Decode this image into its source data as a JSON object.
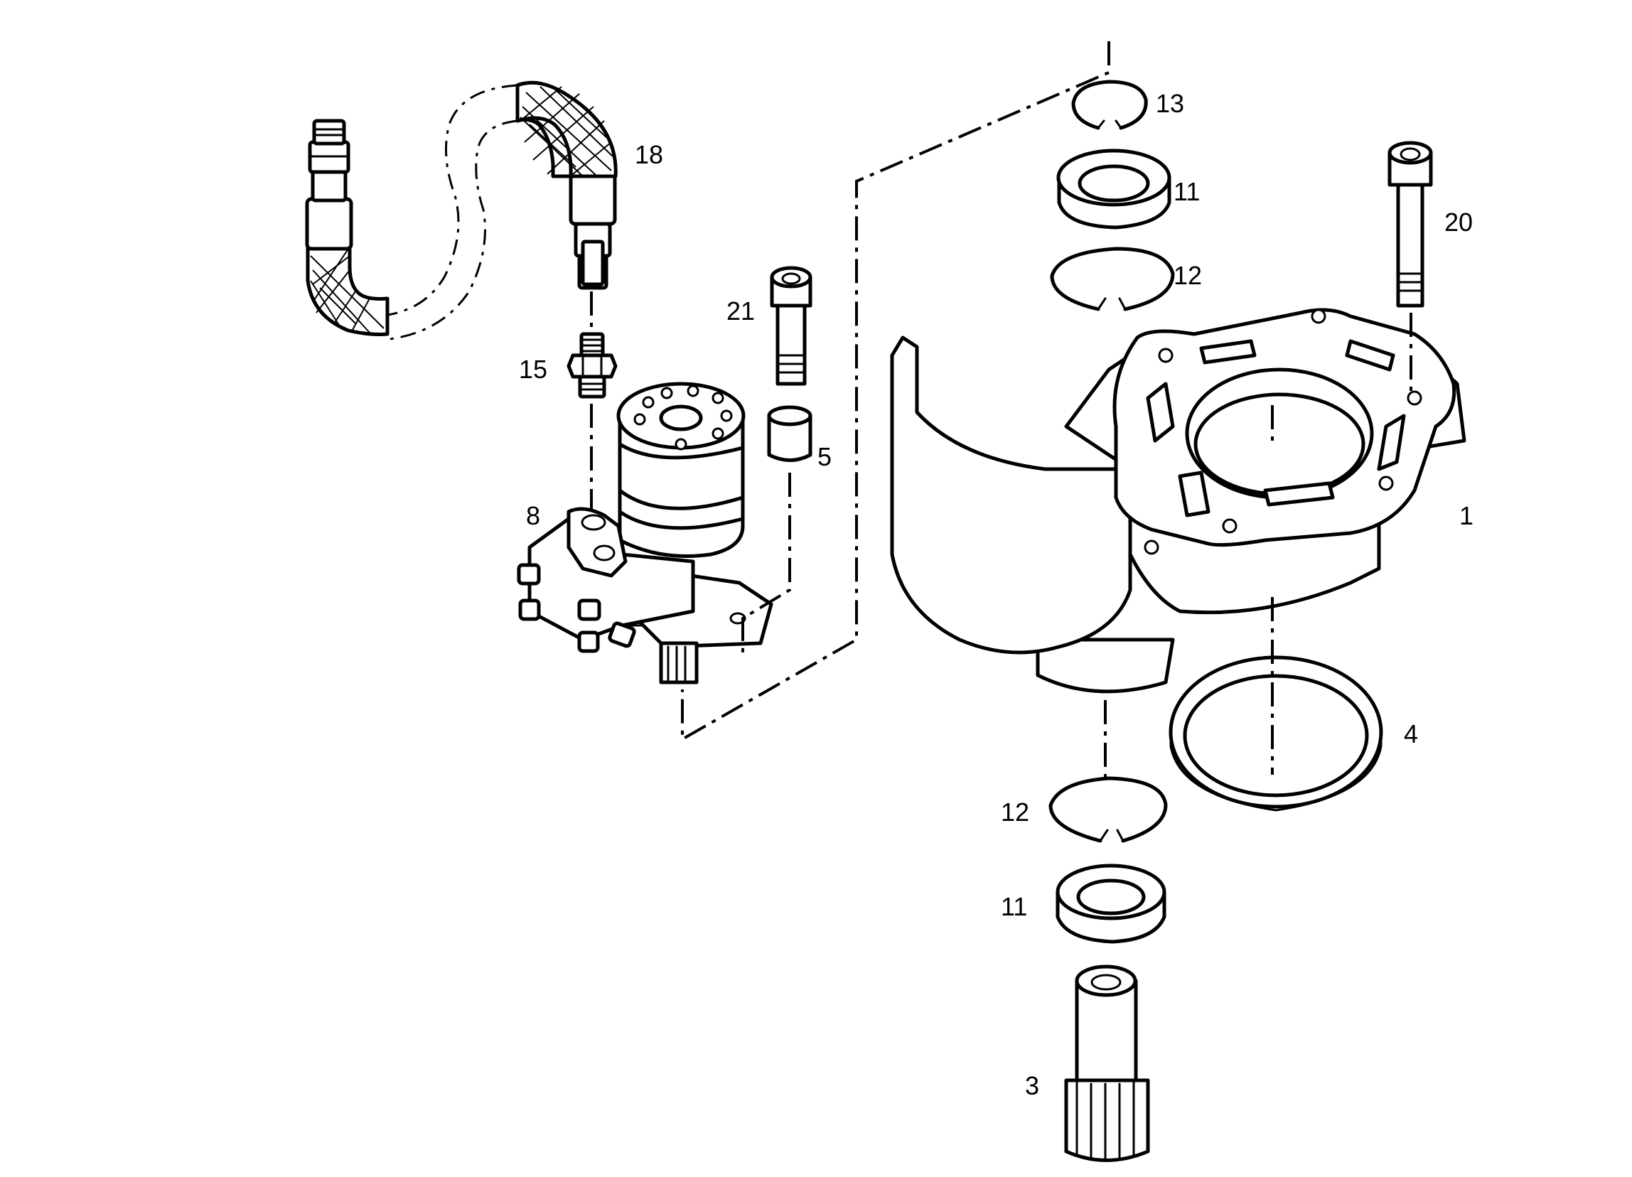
{
  "diagram": {
    "labels": {
      "p1": "1",
      "p3": "3",
      "p4": "4",
      "p5": "5",
      "p8": "8",
      "p11_top": "11",
      "p11_bottom": "11",
      "p12_top": "12",
      "p12_bottom": "12",
      "p13": "13",
      "p15": "15",
      "p18": "18",
      "p20": "20",
      "p21": "21"
    }
  }
}
